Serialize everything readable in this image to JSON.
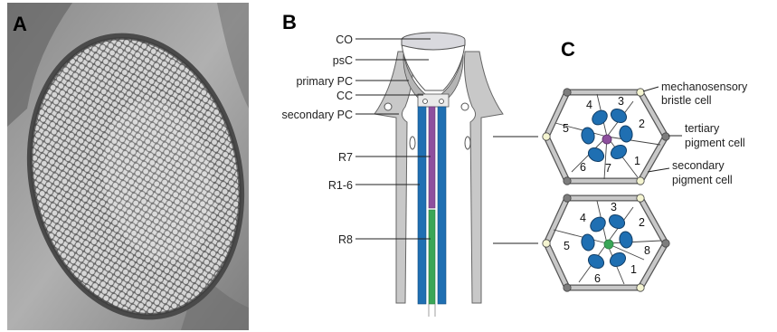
{
  "panels": {
    "a": {
      "letter": "A",
      "image": "fly-compound-eye-sem-micrograph"
    },
    "b": {
      "letter": "B",
      "labels": {
        "co": "CO",
        "psc": "psC",
        "primary_pc": "primary PC",
        "cc": "CC",
        "secondary_pc": "secondary PC",
        "r7": "R7",
        "r16": "R1-6",
        "r8": "R8"
      }
    },
    "c": {
      "letter": "C",
      "labels": {
        "bristle_line1": "mechanosensory",
        "bristle_line2": "bristle cell",
        "tertiary_line1": "tertiary",
        "tertiary_line2": "pigment cell",
        "secondary_line1": "secondary",
        "secondary_line2": "pigment cell"
      },
      "top_section_numbers": [
        "1",
        "2",
        "3",
        "4",
        "5",
        "6",
        "7"
      ],
      "bottom_section_numbers": [
        "1",
        "2",
        "3",
        "4",
        "5",
        "6",
        "8"
      ]
    }
  },
  "colors": {
    "r16": "#1f6fb2",
    "r7": "#8e4f9e",
    "r8": "#3aa657",
    "pigment_cell": "#c8c8c8",
    "cornea": "#d9d9de"
  }
}
